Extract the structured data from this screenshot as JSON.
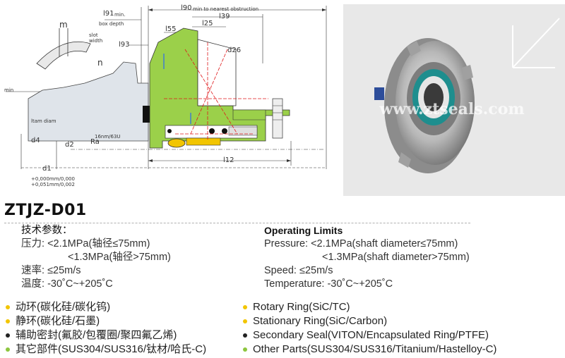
{
  "drawing": {
    "labels": {
      "l91": "l91",
      "l91_unit": "min.",
      "box_depth": "box depth",
      "l90": "l90",
      "min_obstruction": "min to nearest obstruction",
      "l39": "l39",
      "l25": "l25",
      "l55": "l55",
      "l93": "l93",
      "d26": "d26",
      "m": "m",
      "slot_width": "slot\nwidth",
      "n": "n",
      "min": "min",
      "seam_diam": "ltam diam",
      "d4": "d4",
      "d2": "d2",
      "ra": "Ra",
      "ra_value": "16nm/63U",
      "d1": "d1",
      "l12": "l12",
      "tol1": "+0,000mm/0,000",
      "tol2": "+0,051mm/0,002"
    },
    "colors": {
      "green": "#9bd04a",
      "red": "#e0191b",
      "yellow": "#f2c500",
      "blue": "#3c78d8"
    }
  },
  "photo": {
    "watermark": "www.ztseals.com"
  },
  "model": "ZTJZ-D01",
  "specs_cn": {
    "heading": "技术参数：",
    "pressure_label": "压力:",
    "pressure_1": "<2.1MPa(轴径≤75mm)",
    "pressure_2": "<1.3MPa(轴径>75mm)",
    "speed_label": "速率:",
    "speed": "≤25m/s",
    "temp_label": "温度:",
    "temp": "-30˚C~+205˚C"
  },
  "specs_en": {
    "heading": "Operating Limits",
    "pressure_label": "Pressure:",
    "pressure_1": "<2.1MPa(shaft diameter≤75mm)",
    "pressure_2": "<1.3MPa(shaft diameter>75mm)",
    "speed_label": "Speed:",
    "speed": "≤25m/s",
    "temp_label": "Temperature:",
    "temp": "-30˚C~+205˚C"
  },
  "materials_cn": [
    {
      "text": "动环(碳化硅/碳化钨)",
      "color": "#f2c500"
    },
    {
      "text": "静环(碳化硅/石墨)",
      "color": "#f2c500"
    },
    {
      "text": "辅助密封(氟胶/包覆圈/聚四氟乙烯)",
      "color": "#222222"
    },
    {
      "text": "其它部件(SUS304/SUS316/钛材/哈氏-C)",
      "color": "#8dc63f"
    }
  ],
  "materials_en": [
    {
      "text": "Rotary  Ring(SiC/TC)",
      "color": "#f2c500"
    },
    {
      "text": "Stationary  Ring(SiC/Carbon)",
      "color": "#f2c500"
    },
    {
      "text": "Secondary  Seal(VITON/Encapsulated Ring/PTFE)",
      "color": "#222222"
    },
    {
      "text": "Other Parts(SUS304/SUS316/Titanium/Hastelloy-C)",
      "color": "#8dc63f"
    }
  ]
}
